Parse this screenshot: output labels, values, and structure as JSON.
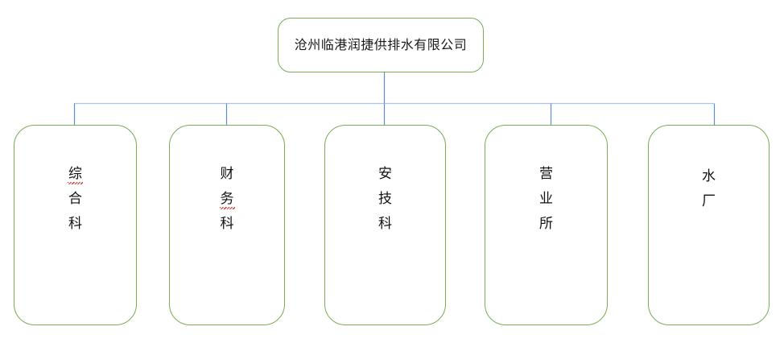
{
  "diagram": {
    "type": "org-chart",
    "orientation": "top-down",
    "colors": {
      "node_border": "#7aac54",
      "node_fill": "#ffffff",
      "connector": "#5b8fcc",
      "text": "#111111",
      "spellcheck_underline": "#d23b2f"
    },
    "root": {
      "id": "root",
      "label": "沧州临港润捷供排水有限公司",
      "text_direction": "horizontal"
    },
    "children": [
      {
        "id": "child-1",
        "label": "综合科",
        "chars": [
          "综",
          "合",
          "科"
        ],
        "misspelled_chars": [
          0
        ],
        "text_direction": "vertical"
      },
      {
        "id": "child-2",
        "label": "财务科",
        "chars": [
          "财",
          "务",
          "科"
        ],
        "misspelled_chars": [
          1
        ],
        "text_direction": "vertical"
      },
      {
        "id": "child-3",
        "label": "安技科",
        "chars": [
          "安",
          "技",
          "科"
        ],
        "misspelled_chars": [],
        "text_direction": "vertical"
      },
      {
        "id": "child-4",
        "label": "营业所",
        "chars": [
          "营",
          "业",
          "所"
        ],
        "misspelled_chars": [],
        "text_direction": "vertical"
      },
      {
        "id": "child-5",
        "label": "水厂",
        "chars": [
          "水",
          "厂"
        ],
        "misspelled_chars": [],
        "text_direction": "vertical"
      }
    ]
  }
}
